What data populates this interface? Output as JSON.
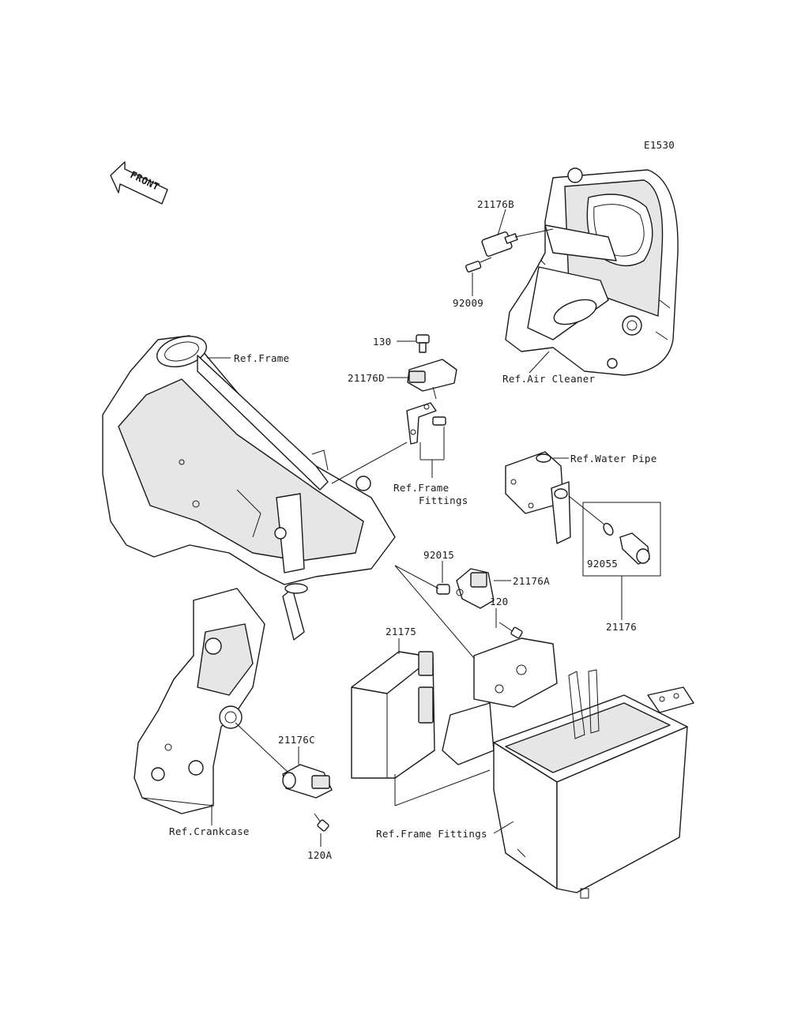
{
  "diagram_code": "E1530",
  "front_arrow": "FRONT",
  "labels": {
    "p21176B": "21176B",
    "p92009": "92009",
    "p130": "130",
    "p21176D": "21176D",
    "ref_frame": "Ref.Frame",
    "ref_air_cleaner": "Ref.Air Cleaner",
    "ref_frame_fittings_line1": "Ref.Frame",
    "ref_frame_fittings_line2": "Fittings",
    "ref_water_pipe": "Ref.Water Pipe",
    "p92015": "92015",
    "p21176A": "21176A",
    "p120": "120",
    "p92055": "92055",
    "p21176": "21176",
    "p21175": "21175",
    "p21176C": "21176C",
    "ref_crankcase": "Ref.Crankcase",
    "p120A": "120A",
    "ref_frame_fittings_bottom": "Ref.Frame Fittings"
  }
}
